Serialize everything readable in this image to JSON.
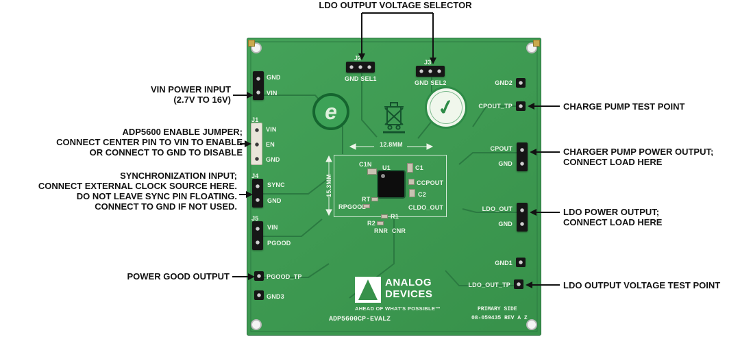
{
  "callouts": {
    "top": {
      "lines": [
        "LDO OUTPUT VOLTAGE SELECTOR"
      ]
    },
    "vin": {
      "lines": [
        "VIN POWER INPUT",
        "(2.7V TO 16V)"
      ]
    },
    "enable": {
      "lines": [
        "ADP5600 ENABLE JUMPER;",
        "CONNECT CENTER PIN TO VIN TO ENABLE",
        "OR CONNECT TO GND TO DISABLE"
      ]
    },
    "sync": {
      "lines": [
        "SYNCHRONIZATION INPUT;",
        "CONNECT EXTERNAL CLOCK SOURCE HERE.",
        "DO NOT LEAVE SYNC PIN FLOATING.",
        "CONNECT TO GND IF NOT USED."
      ]
    },
    "pgood": {
      "lines": [
        "POWER GOOD OUTPUT"
      ]
    },
    "cp_tp": {
      "lines": [
        "CHARGE PUMP TEST POINT"
      ]
    },
    "cp_out": {
      "lines": [
        "CHARGER PUMP POWER OUTPUT;",
        "CONNECT LOAD HERE"
      ]
    },
    "ldo_out": {
      "lines": [
        "LDO POWER OUTPUT;",
        "CONNECT LOAD HERE"
      ]
    },
    "ldo_tp": {
      "lines": [
        "LDO OUTPUT VOLTAGE TEST POINT"
      ]
    }
  },
  "board": {
    "colors": {
      "pcb": "#3c9b53",
      "trace": "#2b7a41",
      "silkscreen": "#eef5ea"
    },
    "vin_header": {
      "pin1": "GND",
      "pin2": "VIN"
    },
    "j1": {
      "ref": "J1",
      "pin1": "VIN",
      "pin2": "EN",
      "pin3": "GND"
    },
    "j2": {
      "ref": "J2",
      "label": "GND SEL1"
    },
    "j3": {
      "ref": "J3",
      "label": "GND SEL2"
    },
    "j4": {
      "ref": "J4",
      "pin1": "SYNC",
      "pin2": "GND"
    },
    "j5": {
      "ref": "J5",
      "pin1": "VIN",
      "pin2": "PGOOD"
    },
    "cpout_header": {
      "pin1": "CPOUT",
      "pin2": "GND"
    },
    "ldo_header": {
      "pin1": "LDO_OUT",
      "pin2": "GND"
    },
    "tp": {
      "gnd2": "GND2",
      "cpout_tp": "CPOUT_TP",
      "gnd1": "GND1",
      "ldo_out_tp": "LDO_OUT_TP",
      "pgood_tp": "PGOOD_TP",
      "gnd3": "GND3"
    },
    "components": {
      "u1": "U1",
      "c1n": "C1N",
      "c1": "C1",
      "ccpout": "CCPOUT",
      "c2": "C2",
      "rt": "RT",
      "rpgood": "RPGOOD",
      "cldo_out": "CLDO_OUT",
      "r1": "R1",
      "r2": "R2",
      "rnr": "RNR",
      "cnr": "CNR"
    },
    "dims": {
      "width": "12.8MM",
      "height": "15.3MM"
    },
    "branding": {
      "brand1": "ANALOG",
      "brand2": "DEVICES",
      "tagline": "AHEAD OF WHAT'S POSSIBLE™",
      "part": "ADP5600CP-EVALZ",
      "side": "PRIMARY SIDE",
      "rev": "08-059435 REV A Z"
    },
    "icons": {
      "efup_e": "e",
      "rohs_check": "✓"
    }
  }
}
